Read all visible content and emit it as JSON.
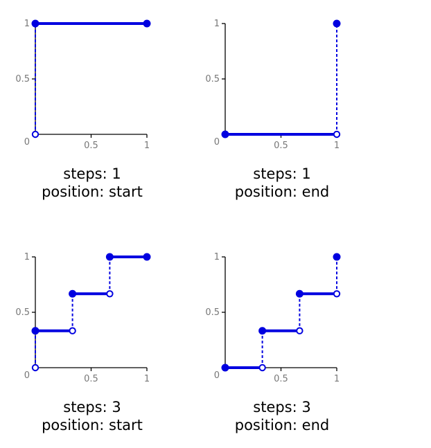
{
  "chart_data": [
    {
      "type": "line",
      "steps": 1,
      "position": "start",
      "caption_lines": [
        "steps: 1",
        "position: start"
      ],
      "xlim": [
        0,
        1
      ],
      "ylim": [
        0,
        1
      ],
      "xticks": [
        "0.5",
        "1"
      ],
      "yticks": [
        "1",
        "0.5",
        "0"
      ],
      "segments": [
        {
          "x": [
            0,
            1
          ],
          "y": 1
        }
      ],
      "open_points": [
        {
          "x": 0,
          "y": 0
        }
      ],
      "closed_points": [
        {
          "x": 0,
          "y": 1
        },
        {
          "x": 1,
          "y": 1
        }
      ],
      "dashed_jumps": [
        {
          "x": 0,
          "y1": 0,
          "y2": 1
        }
      ]
    },
    {
      "type": "line",
      "steps": 1,
      "position": "end",
      "caption_lines": [
        "steps: 1",
        "position: end"
      ],
      "xlim": [
        0,
        1
      ],
      "ylim": [
        0,
        1
      ],
      "xticks": [
        "0.5",
        "1"
      ],
      "yticks": [
        "1",
        "0.5",
        "0"
      ],
      "segments": [
        {
          "x": [
            0,
            1
          ],
          "y": 0
        }
      ],
      "open_points": [
        {
          "x": 1,
          "y": 0
        }
      ],
      "closed_points": [
        {
          "x": 0,
          "y": 0
        },
        {
          "x": 1,
          "y": 1
        }
      ],
      "dashed_jumps": [
        {
          "x": 1,
          "y1": 0,
          "y2": 1
        }
      ]
    },
    {
      "type": "line",
      "steps": 3,
      "position": "start",
      "caption_lines": [
        "steps: 3",
        "position: start"
      ],
      "xlim": [
        0,
        1
      ],
      "ylim": [
        0,
        1
      ],
      "xticks": [
        "0.5",
        "1"
      ],
      "yticks": [
        "1",
        "0.5",
        "0"
      ],
      "segments": [
        {
          "x": [
            0,
            0.333
          ],
          "y": 0.333
        },
        {
          "x": [
            0.333,
            0.667
          ],
          "y": 0.667
        },
        {
          "x": [
            0.667,
            1
          ],
          "y": 1
        }
      ],
      "open_points": [
        {
          "x": 0,
          "y": 0
        },
        {
          "x": 0.333,
          "y": 0.333
        },
        {
          "x": 0.667,
          "y": 0.667
        }
      ],
      "closed_points": [
        {
          "x": 0,
          "y": 0.333
        },
        {
          "x": 0.333,
          "y": 0.667
        },
        {
          "x": 0.667,
          "y": 1
        },
        {
          "x": 1,
          "y": 1
        }
      ],
      "dashed_jumps": [
        {
          "x": 0,
          "y1": 0,
          "y2": 0.333
        },
        {
          "x": 0.333,
          "y1": 0.333,
          "y2": 0.667
        },
        {
          "x": 0.667,
          "y1": 0.667,
          "y2": 1
        }
      ]
    },
    {
      "type": "line",
      "steps": 3,
      "position": "end",
      "caption_lines": [
        "steps: 3",
        "position: end"
      ],
      "xlim": [
        0,
        1
      ],
      "ylim": [
        0,
        1
      ],
      "xticks": [
        "0.5",
        "1"
      ],
      "yticks": [
        "1",
        "0.5",
        "0"
      ],
      "segments": [
        {
          "x": [
            0,
            0.333
          ],
          "y": 0
        },
        {
          "x": [
            0.333,
            0.667
          ],
          "y": 0.333
        },
        {
          "x": [
            0.667,
            1
          ],
          "y": 0.667
        }
      ],
      "open_points": [
        {
          "x": 0.333,
          "y": 0
        },
        {
          "x": 0.667,
          "y": 0.333
        },
        {
          "x": 1,
          "y": 0.667
        }
      ],
      "closed_points": [
        {
          "x": 0,
          "y": 0
        },
        {
          "x": 0.333,
          "y": 0.333
        },
        {
          "x": 0.667,
          "y": 0.667
        },
        {
          "x": 1,
          "y": 1
        }
      ],
      "dashed_jumps": [
        {
          "x": 0.333,
          "y1": 0,
          "y2": 0.333
        },
        {
          "x": 0.667,
          "y1": 0.333,
          "y2": 0.667
        },
        {
          "x": 1,
          "y1": 0.667,
          "y2": 1
        }
      ]
    }
  ],
  "colors": {
    "line": "#0000e0",
    "axis": "#000000",
    "tick": "#777777"
  }
}
